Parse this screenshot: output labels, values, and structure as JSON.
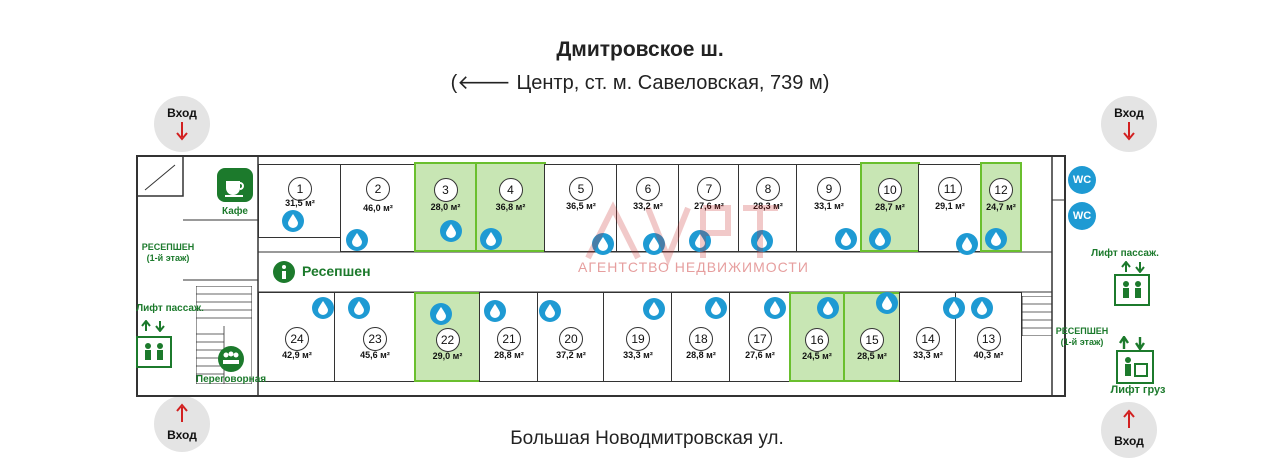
{
  "header": {
    "street_name": "Дмитровское ш.",
    "street_sub": "(🡐 Центр, ст. м. Савеловская, 739 м)"
  },
  "footer": {
    "street_name": "Большая Новодмитровская ул."
  },
  "entrances": [
    {
      "id": "top-left",
      "label": "Вход",
      "direction": "down"
    },
    {
      "id": "top-right",
      "label": "Вход",
      "direction": "down"
    },
    {
      "id": "bottom-left",
      "label": "Вход",
      "direction": "up"
    },
    {
      "id": "bottom-right",
      "label": "Вход",
      "direction": "up"
    }
  ],
  "labels": {
    "cafe": "Кафе",
    "reception_center": "Ресепшен",
    "reception_left": "РЕСЕПШЕН\n(1-й этаж)",
    "reception_right": "РЕСЕПШЕН\n(1-й этаж)",
    "lift_passenger_left": "Лифт пассаж.",
    "lift_passenger_right": "Лифт пассаж.",
    "lift_cargo": "Лифт груз",
    "meeting_room": "Переговорная",
    "wc1": "WC",
    "wc2": "WC",
    "watermark_sub": "АГЕНТСТВО НЕДВИЖИМОСТИ"
  },
  "colors": {
    "highlight_fill": "#c8e6b4",
    "highlight_border": "#6abf2e",
    "water_icon": "#1e9ad3",
    "service_green": "#1c7a2c",
    "entrance_arrow": "#d22020"
  },
  "rooms": [
    {
      "num": "1",
      "area": "31,5 м²",
      "highlighted": false
    },
    {
      "num": "2",
      "area": "46,0 м²",
      "highlighted": false
    },
    {
      "num": "3",
      "area": "28,0 м²",
      "highlighted": true
    },
    {
      "num": "4",
      "area": "36,8 м²",
      "highlighted": true
    },
    {
      "num": "5",
      "area": "36,5 м²",
      "highlighted": false
    },
    {
      "num": "6",
      "area": "33,2 м²",
      "highlighted": false
    },
    {
      "num": "7",
      "area": "27,6 м²",
      "highlighted": false
    },
    {
      "num": "8",
      "area": "28,3 м²",
      "highlighted": false
    },
    {
      "num": "9",
      "area": "33,1 м²",
      "highlighted": false
    },
    {
      "num": "10",
      "area": "28,7 м²",
      "highlighted": true
    },
    {
      "num": "11",
      "area": "29,1 м²",
      "highlighted": false
    },
    {
      "num": "12",
      "area": "24,7 м²",
      "highlighted": true
    },
    {
      "num": "13",
      "area": "40,3 м²",
      "highlighted": false
    },
    {
      "num": "14",
      "area": "33,3 м²",
      "highlighted": false
    },
    {
      "num": "15",
      "area": "28,5 м²",
      "highlighted": true
    },
    {
      "num": "16",
      "area": "24,5 м²",
      "highlighted": true
    },
    {
      "num": "17",
      "area": "27,6 м²",
      "highlighted": false
    },
    {
      "num": "18",
      "area": "28,8 м²",
      "highlighted": false
    },
    {
      "num": "19",
      "area": "33,3 м²",
      "highlighted": false
    },
    {
      "num": "20",
      "area": "37,2 м²",
      "highlighted": false
    },
    {
      "num": "21",
      "area": "28,8 м²",
      "highlighted": false
    },
    {
      "num": "22",
      "area": "29,0 м²",
      "highlighted": true
    },
    {
      "num": "23",
      "area": "45,6 м²",
      "highlighted": false
    },
    {
      "num": "24",
      "area": "42,9 м²",
      "highlighted": false
    }
  ]
}
